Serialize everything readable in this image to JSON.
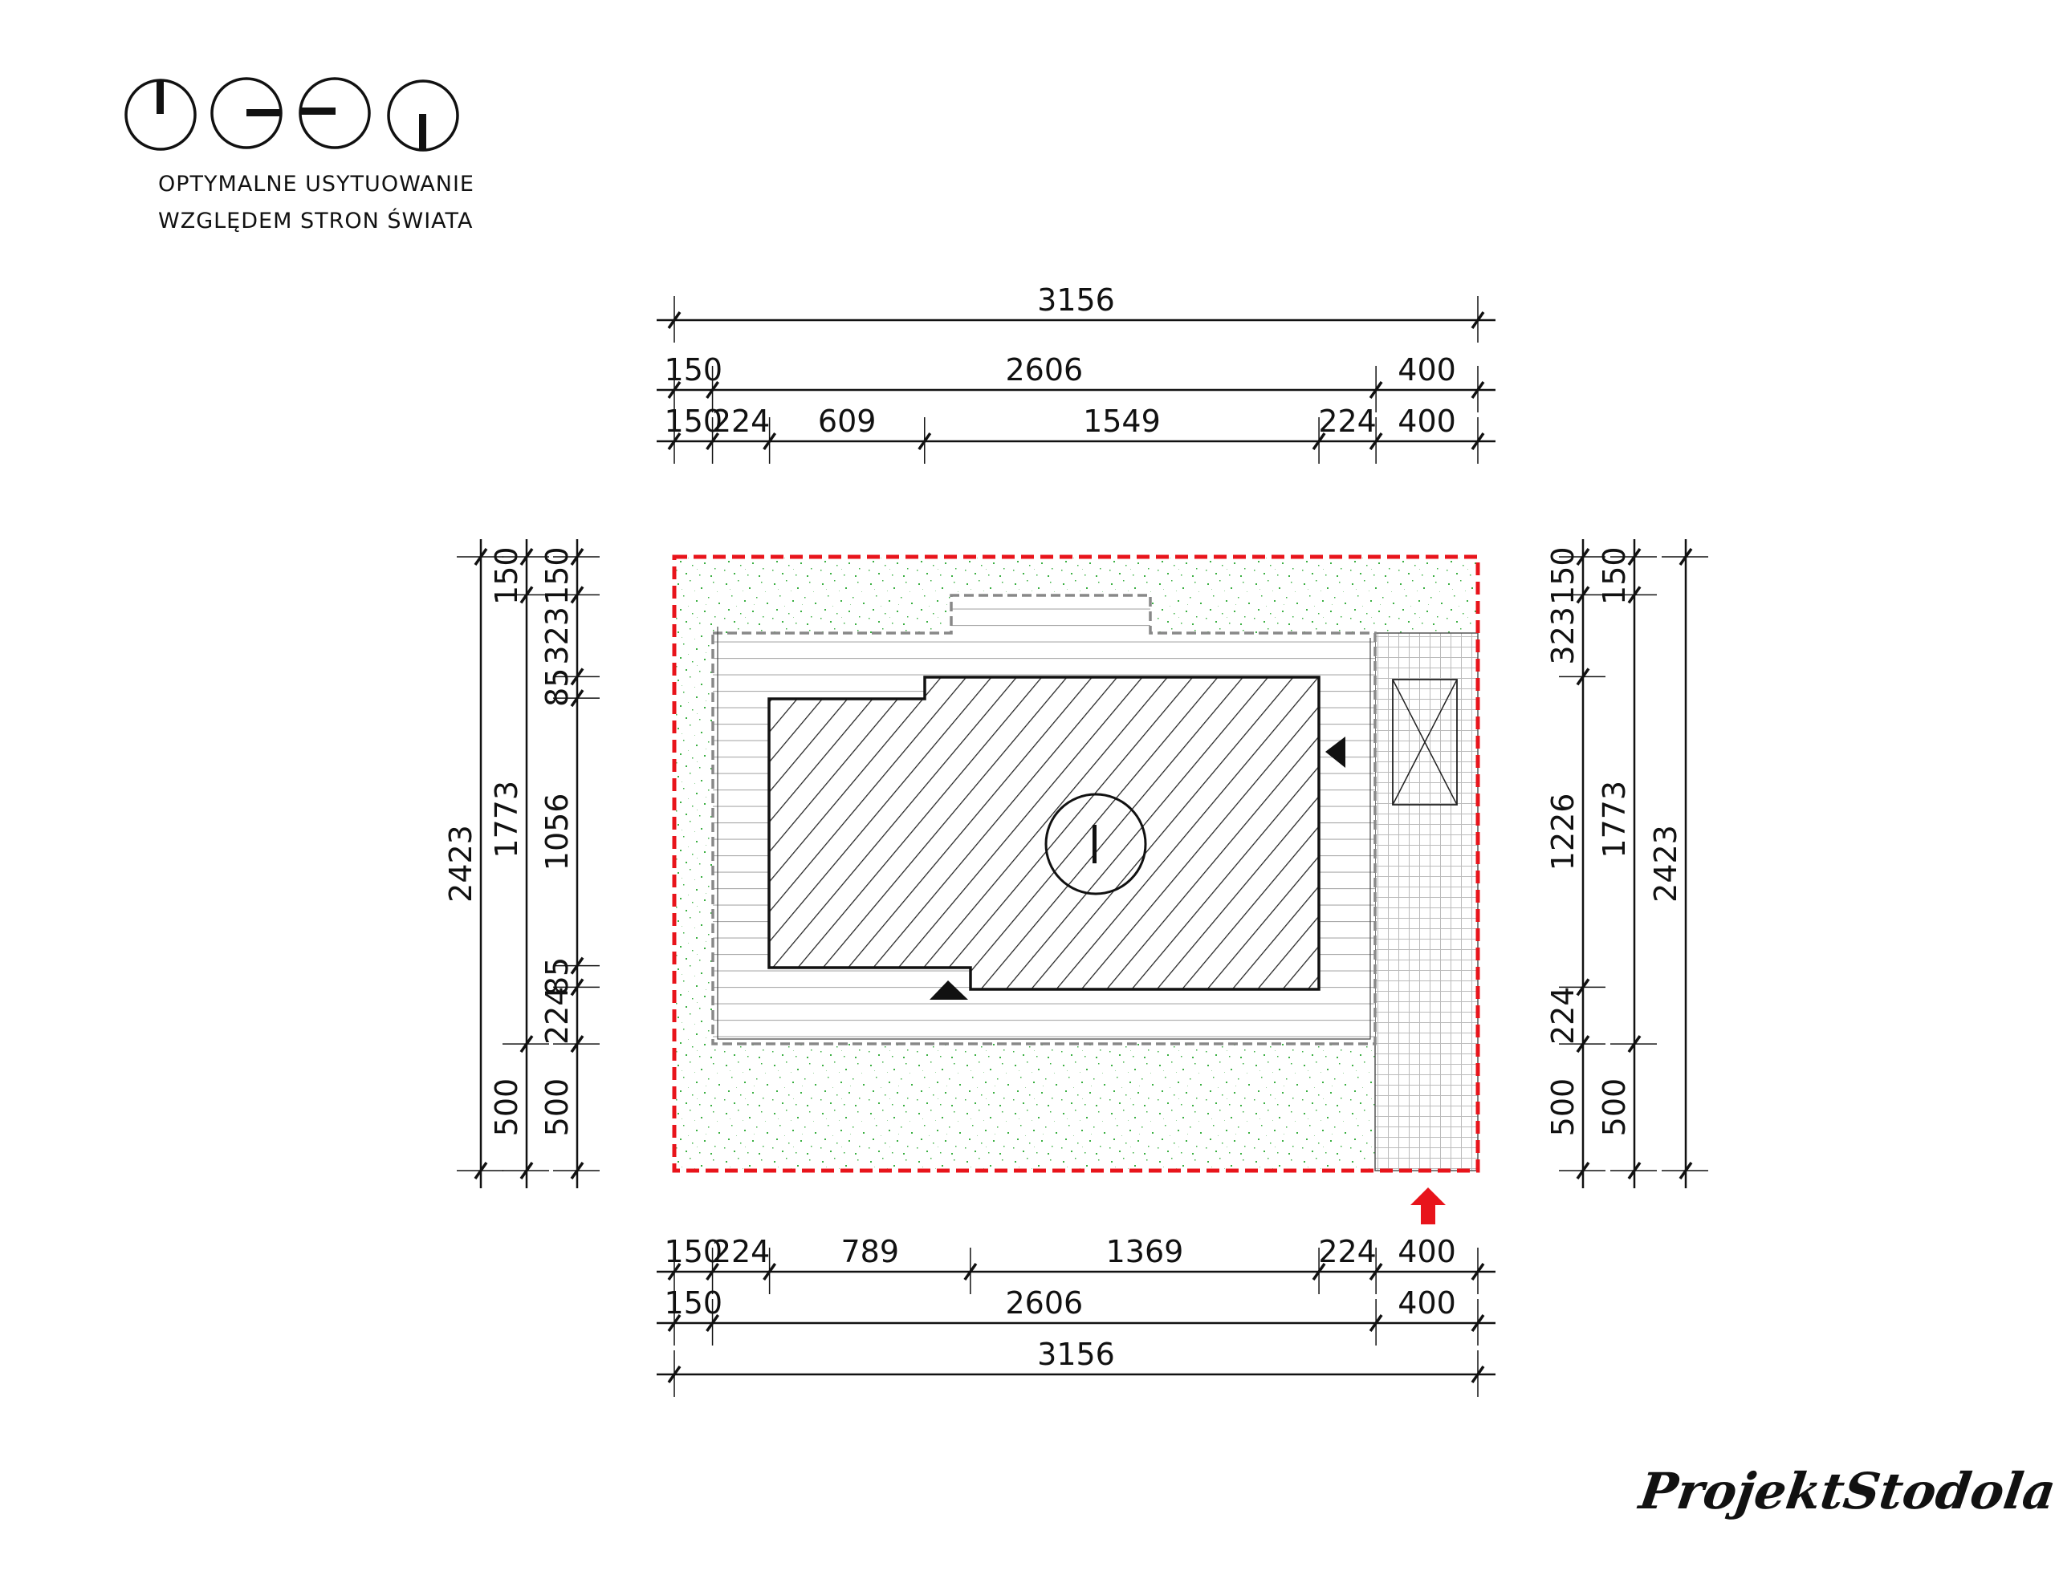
{
  "orientation": {
    "caption_line1": "OPTYMALNE USYTUOWANIE",
    "caption_line2": "WZGLĘDEM STRON ŚWIATA",
    "icons": [
      "compass-north-icon",
      "compass-east-icon",
      "compass-west-icon",
      "compass-south-icon"
    ]
  },
  "plot": {
    "width_cm": 3156,
    "depth_cm": 2423,
    "boundary_color": "#e8141b",
    "grass_color": "#3cb043",
    "entrance_arrow_color": "#e8141b"
  },
  "dimensions": {
    "top": [
      [
        "3156"
      ],
      [
        "150",
        "2606",
        "400"
      ],
      [
        "150",
        "224",
        "609",
        "1549",
        "224",
        "400"
      ]
    ],
    "top_values": [
      [
        3156
      ],
      [
        150,
        2606,
        400
      ],
      [
        150,
        224,
        609,
        1549,
        224,
        400
      ]
    ],
    "bottom": [
      [
        "150",
        "224",
        "789",
        "1369",
        "224",
        "400"
      ],
      [
        "150",
        "2606",
        "400"
      ],
      [
        "3156"
      ]
    ],
    "bottom_values": [
      [
        150,
        224,
        789,
        1369,
        224,
        400
      ],
      [
        150,
        2606,
        400
      ],
      [
        3156
      ]
    ],
    "left": [
      [
        "2423"
      ],
      [
        "150",
        "1773",
        "500"
      ],
      [
        "150",
        "323",
        "85",
        "1056",
        "85",
        "224",
        "500"
      ]
    ],
    "left_values": [
      [
        2423
      ],
      [
        150,
        1773,
        500
      ],
      [
        150,
        323,
        85,
        1056,
        85,
        224,
        500
      ]
    ],
    "right": [
      [
        "150",
        "323",
        "1226",
        "224",
        "500"
      ],
      [
        "150",
        "1773",
        "500"
      ],
      [
        "2423"
      ]
    ],
    "right_values": [
      [
        150,
        323,
        1226,
        224,
        500
      ],
      [
        150,
        1773,
        500
      ],
      [
        2423
      ]
    ]
  },
  "logo": {
    "text": "ProjektStodola.pl"
  }
}
